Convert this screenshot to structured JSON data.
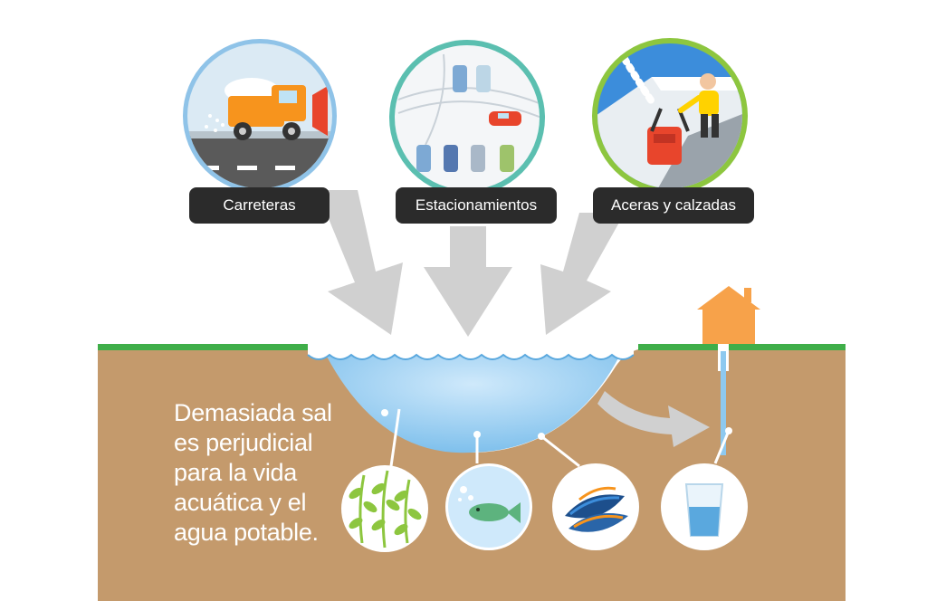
{
  "sources": [
    {
      "label": "Carreteras",
      "icon": "snowplow-icon",
      "ring_color": "#8fc3e8"
    },
    {
      "label": "Estacionamientos",
      "icon": "parking-lot-icon",
      "ring_color": "#5bbfb0"
    },
    {
      "label": "Aceras y calzadas",
      "icon": "snowblower-icon",
      "ring_color": "#8dc63f"
    }
  ],
  "message_lines": [
    "Demasiada sal",
    "es perjudicial",
    "para la vida",
    "acuática y el",
    "agua potable."
  ],
  "impacts": [
    {
      "icon": "aquatic-plant-icon"
    },
    {
      "icon": "fish-icon"
    },
    {
      "icon": "mussel-icon"
    },
    {
      "icon": "drinking-water-glass-icon"
    }
  ],
  "colors": {
    "soil": "#c49a6c",
    "grass": "#3fae49",
    "water": "#8ec9ef",
    "arrow": "#d0d0d0",
    "house": "#f7a24a",
    "pill": "#2b2b2b"
  }
}
